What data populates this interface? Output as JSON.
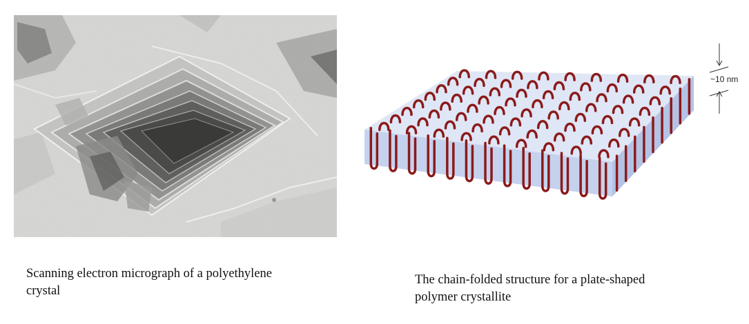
{
  "left_panel": {
    "caption_lines": [
      "Scanning electron micrograph of a polyethylene",
      "crystal"
    ]
  },
  "right_panel": {
    "thickness_label": "~10 nm",
    "caption_lines": [
      "The chain-folded structure for a plate-shaped",
      "polymer crystallite"
    ]
  },
  "colors": {
    "chain": "#8b1a1a",
    "plate_top": "#dfe6f5",
    "plate_side": "#b9c8e8",
    "micrograph_bg": "#d7d7d5"
  }
}
